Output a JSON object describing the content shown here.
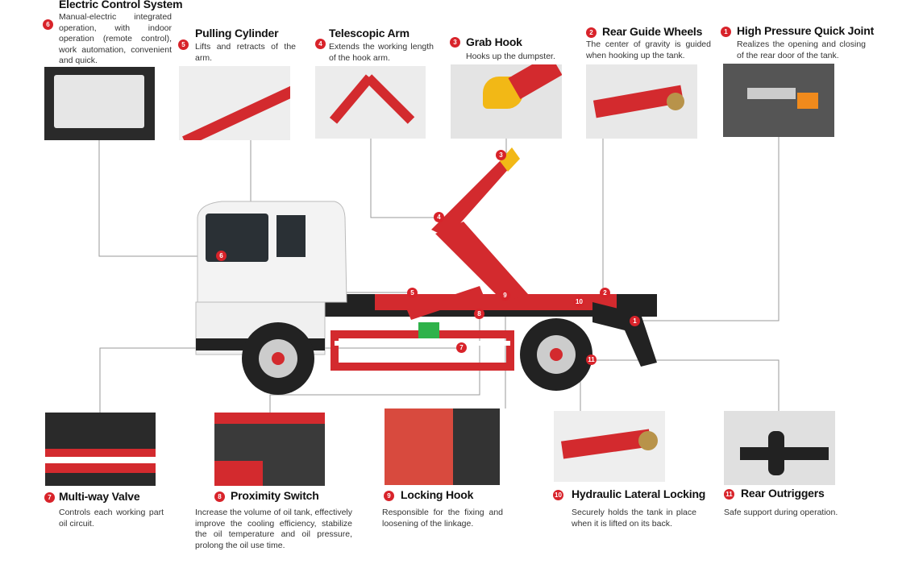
{
  "colors": {
    "accent": "#d8232a",
    "truck_red": "#d32a2e",
    "leader_line": "#9a9a9a"
  },
  "components": [
    {
      "num": "1",
      "title": "High Pressure Quick Joint",
      "desc": "Realizes the opening and closing of the rear door of the tank."
    },
    {
      "num": "2",
      "title": "Rear Guide Wheels",
      "desc": "The center of gravity is guided when hooking up the tank."
    },
    {
      "num": "3",
      "title": "Grab Hook",
      "desc": "Hooks up the dumpster."
    },
    {
      "num": "4",
      "title": "Telescopic Arm",
      "desc": "Extends the working length of the hook arm."
    },
    {
      "num": "5",
      "title": "Pulling Cylinder",
      "desc": "Lifts and retracts of the arm."
    },
    {
      "num": "6",
      "title": "Electric Control System",
      "desc": "Manual-electric integrated operation, with indoor operation (remote control), work automation, convenient and quick."
    },
    {
      "num": "7",
      "title": "Multi-way Valve",
      "desc": "Controls each working part oil circuit."
    },
    {
      "num": "8",
      "title": "Proximity Switch",
      "desc": "Increase the volume of oil tank, effectively improve the cooling efficiency, stabilize the oil temperature and oil pressure, prolong the oil use time."
    },
    {
      "num": "9",
      "title": "Locking Hook",
      "desc": "Responsible for the fixing and loosening of the linkage."
    },
    {
      "num": "10",
      "title": "Hydraulic Lateral Locking",
      "desc": "Securely holds the tank in place when it is lifted on its back."
    },
    {
      "num": "11",
      "title": "Rear Outriggers",
      "desc": "Safe support during operation."
    }
  ]
}
